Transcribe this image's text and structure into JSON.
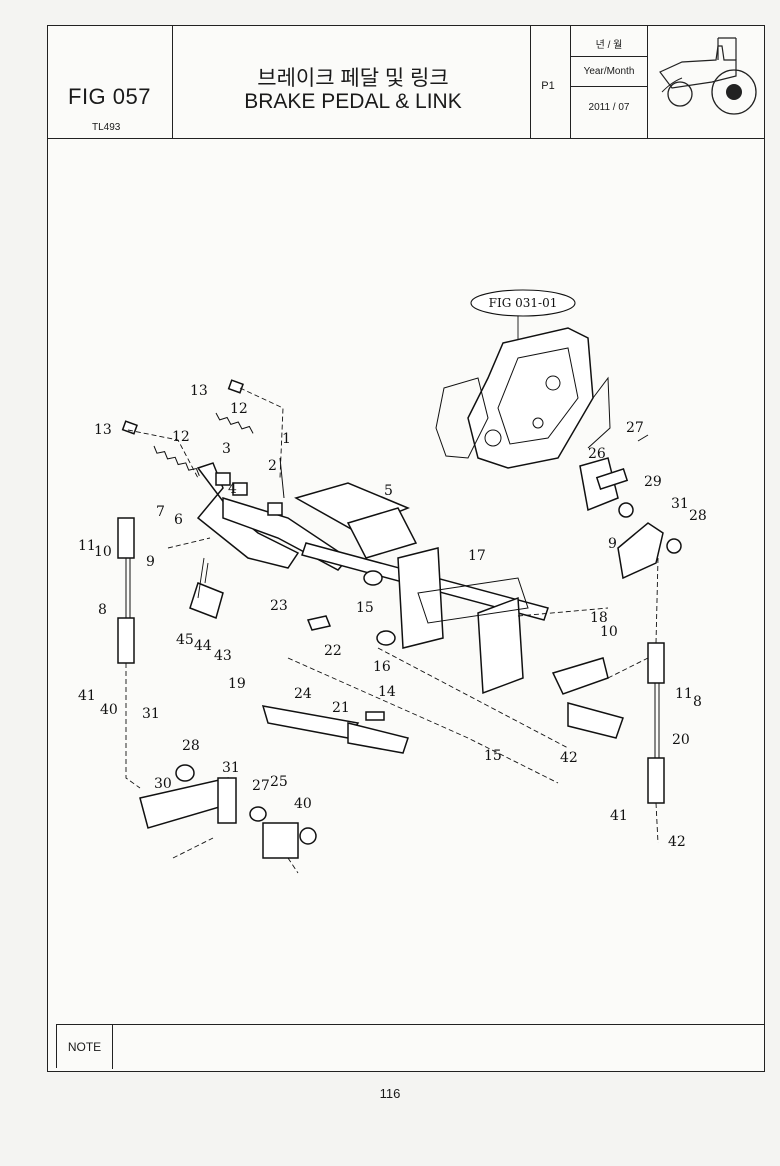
{
  "header": {
    "fig_no": "FIG 057",
    "model": "TL493",
    "title_kr": "브레이크 페달 및 링크",
    "title_en": "BRAKE PEDAL &  LINK",
    "page_label": "P1",
    "ym_label_kr": "년 / 월",
    "ym_label_en": "Year/Month",
    "ym_value": "2011 / 07"
  },
  "diagram": {
    "reference_label": "FIG  031-01",
    "callouts": [
      "13",
      "12",
      "13",
      "12",
      "1",
      "3",
      "2",
      "4",
      "5",
      "7",
      "6",
      "11",
      "10",
      "9",
      "8",
      "17",
      "23",
      "15",
      "16",
      "22",
      "45",
      "44",
      "43",
      "18",
      "27",
      "26",
      "29",
      "31",
      "28",
      "9",
      "10",
      "11",
      "8",
      "20",
      "19",
      "24",
      "21",
      "14",
      "15",
      "42",
      "41",
      "40",
      "31",
      "28",
      "30",
      "31",
      "27",
      "25",
      "40",
      "41",
      "42"
    ]
  },
  "note": {
    "label": "NOTE",
    "text": ""
  },
  "footer": {
    "page_number": "116"
  }
}
